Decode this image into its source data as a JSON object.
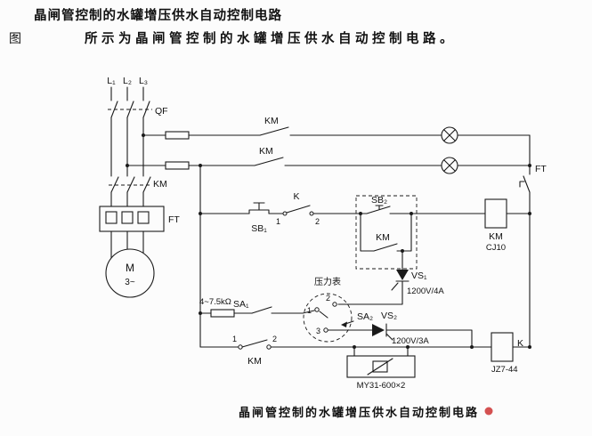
{
  "header": {
    "title": "晶闸管控制的水罐增压供水自动控制电路",
    "figure_word": "图",
    "figure_text": "所示为晶闸管控制的水罐增压供水自动控制电路。"
  },
  "caption": {
    "text": "晶闸管控制的水罐增压供水自动控制电路"
  },
  "colors": {
    "line": "#1a1a1a",
    "caption_mark": "#cc3333",
    "background": "#fcfcfc"
  },
  "components": {
    "phase_l1": "L₁",
    "phase_l2": "L₂",
    "phase_l3": "L₃",
    "breaker_qf": "QF",
    "contactor_km": "KM",
    "thermal_ft": "FT",
    "motor_letter": "M",
    "motor_phases": "3~",
    "relay_k": "K",
    "button_sb1": "SB₁",
    "button_sb2": "SB₂",
    "km_coil_model": "CJ10",
    "k_coil_model": "JZ7-44",
    "thyristor_vs1": "VS₁",
    "vs1_rating": "1200V/4A",
    "thyristor_vs2": "VS₂",
    "vs2_rating": "1200V/3A",
    "gauge_label": "压力表",
    "switch_sa1": "SA₁",
    "switch_sa2": "SA₂",
    "resistor_value": "4~7.5kΩ",
    "varistor_model": "MY31-600×2",
    "terminal_1": "1",
    "terminal_2": "2",
    "terminal_3": "3"
  }
}
